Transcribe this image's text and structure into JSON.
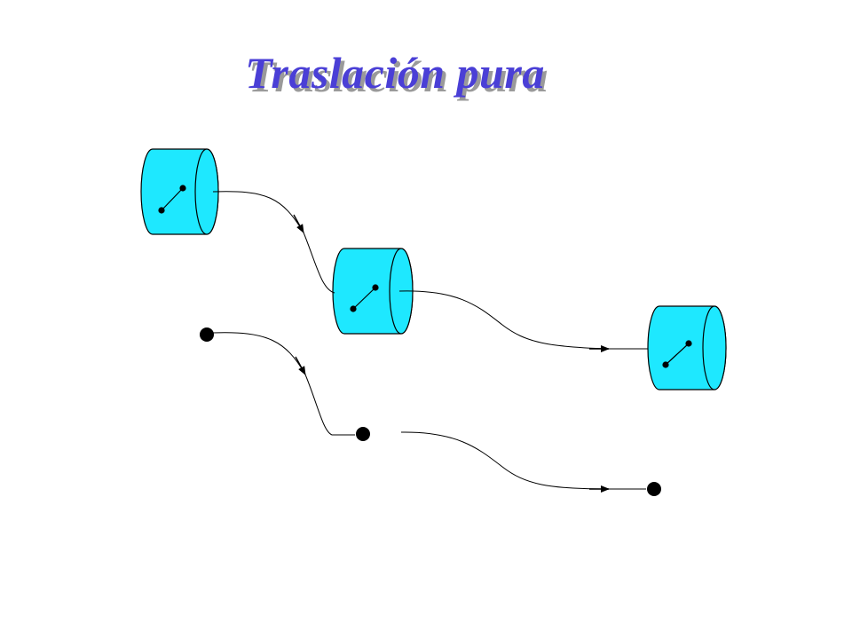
{
  "title": "Traslación pura",
  "colors": {
    "title": "#4a3fd6",
    "title_shadow": "#9a9a9a",
    "cylinder_fill": "#1ee8ff",
    "stroke": "#000000",
    "background": "#ffffff"
  },
  "elements": {
    "bodies": [
      "cylinder",
      "cylinder",
      "cylinder"
    ],
    "points": [
      "dot",
      "dot",
      "dot"
    ],
    "path_arrows": [
      "arrow",
      "arrow",
      "arrow",
      "arrow"
    ]
  }
}
